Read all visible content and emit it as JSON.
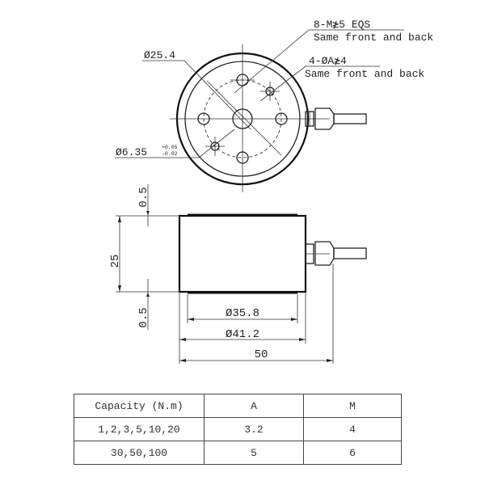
{
  "top_view": {
    "callout_holes_m": {
      "line1": "8-M⌧↓5 EQS",
      "line1_text": "8-M≵5 EQS",
      "line2": "Same front and back"
    },
    "callout_holes_a": {
      "line1": "4-ØA≵4",
      "line2": "Same front and back"
    },
    "bolt_circle_dia": "Ø25.4",
    "center_bore_dia": "Ø6.35",
    "center_bore_tol_upper": "+0.05",
    "center_bore_tol_lower": "-0.02"
  },
  "side_view": {
    "height": "25",
    "top_step": "0.5",
    "bottom_step": "0.5",
    "flange_dia": "Ø35.8",
    "body_dia": "Ø41.2",
    "overall_length": "50"
  },
  "table": {
    "headers": [
      "Capacity (N.m)",
      "A",
      "M"
    ],
    "rows": [
      [
        "1,2,3,5,10,20",
        "3.2",
        "4"
      ],
      [
        "30,50,100",
        "5",
        "6"
      ]
    ]
  }
}
